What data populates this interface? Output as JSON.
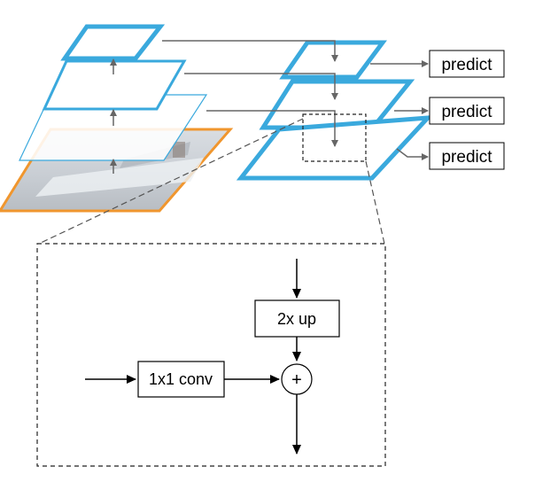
{
  "predict_labels": [
    "predict",
    "predict",
    "predict"
  ],
  "detail": {
    "upsample_label": "2x up",
    "conv_label": "1x1 conv",
    "merge_symbol": "+"
  },
  "colors": {
    "pyramid_blue": "#3aa9dd",
    "image_orange": "#f0962e",
    "arrow_gray": "#666666",
    "dash_gray": "#444444"
  }
}
